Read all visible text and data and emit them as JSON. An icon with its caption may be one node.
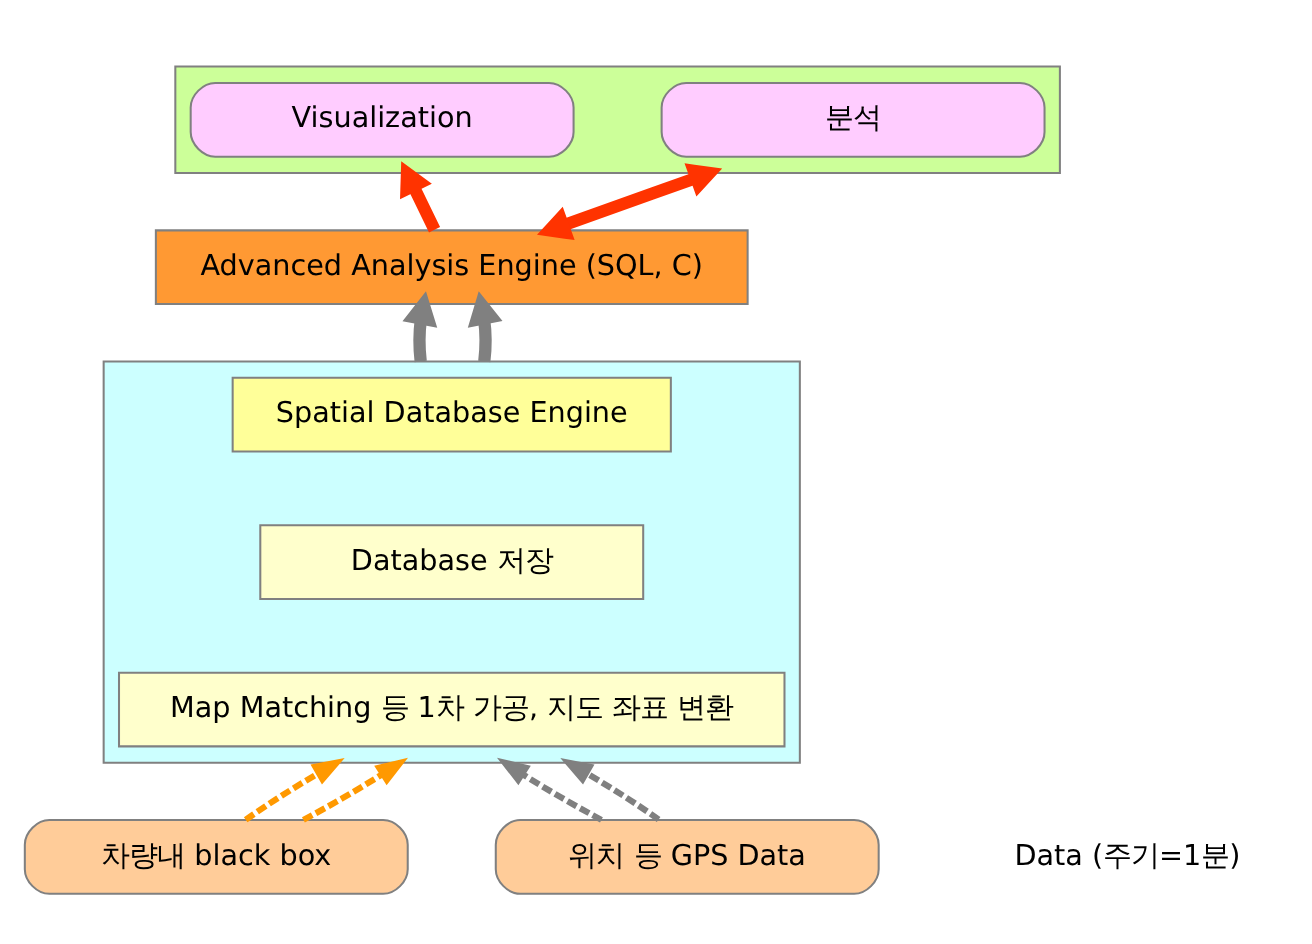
{
  "diagram": {
    "nodes": [
      {
        "text": [],
        "shape": "box"
      },
      {
        "text": [
          "Visualization"
        ],
        "in": 0
      },
      {
        "text": [
          "분석"
        ],
        "in": 0
      },
      {
        "text": [
          "Advanced Analysis Engine (SQL, C)"
        ]
      },
      {
        "text": [],
        "shape": "box"
      },
      {
        "text": [
          "Spatial Database Engine"
        ],
        "in": 4
      },
      {
        "text": [
          "Database 저장"
        ],
        "in": 4
      },
      {
        "text": [
          "Map Matching 등 1차 가공, 지도 좌표 변환"
        ],
        "in": 4
      },
      {
        "text": [
          "차량내 black box"
        ]
      },
      {
        "text": [
          "위치 등 GPS Data"
        ]
      }
    ],
    "edges": [
      {
        "from": 3,
        "to": 0,
        "arrow": "to",
        "style": "thick",
        "color": "#ff3300"
      },
      {
        "from": 3,
        "to": 0,
        "arrow": "both",
        "style": "thick",
        "color": "#ff3300"
      },
      {
        "from": 4,
        "to": 3,
        "arrow": "to",
        "style": "thick",
        "color": "#808080"
      },
      {
        "from": 4,
        "to": 3,
        "arrow": "to",
        "style": "thick",
        "color": "#808080"
      },
      {
        "from": 8,
        "to": 4,
        "arrow": "to",
        "style": "dashed",
        "color": "#ff9900"
      },
      {
        "from": 8,
        "to": 4,
        "arrow": "to",
        "style": "dashed",
        "color": "#ff9900"
      },
      {
        "from": 9,
        "to": 4,
        "arrow": "to",
        "style": "dashed",
        "color": "#808080"
      },
      {
        "from": 9,
        "to": 4,
        "arrow": "to",
        "style": "dashed",
        "color": "#808080"
      }
    ],
    "labels": [
      "Data (주기=1분)"
    ]
  }
}
